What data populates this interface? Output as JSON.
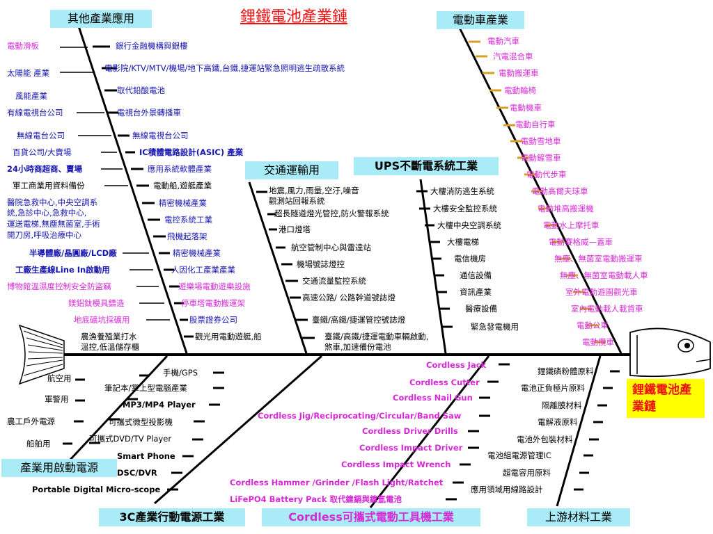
{
  "title": "鋰鐵電池產業鏈",
  "head_label": "鋰鐵電池產業鏈",
  "categories": {
    "other": "其他產業應用",
    "ev": "電動車產業",
    "ups": "UPS不斷電系統工業",
    "traffic": "交通運輸用",
    "startup": "產業用啟動電源",
    "mobile3c": "3C產業行動電源工業",
    "cordless": "Cordless可攜式電動工具機工業",
    "upstream": "上游材料工業"
  },
  "other_left": [
    "電動滑板",
    "太陽能 產業",
    "風能產業",
    "有線電視台公司",
    "無線電台公司",
    "百貨公司/大賣場",
    "24小時商超商、賣場",
    "軍工商業用資料備份",
    "醫院急救中心,中央空調系",
    "統,急診中心,急救中心,",
    "運送電梯,無塵無菌室,手術",
    "開刀房,呼吸治療中心",
    "半導體廠/晶圓廠/LCD廠",
    "工廠生產線Line In啟動用",
    "博物館溫濕度控制安全防盜竊",
    "鎂鋁鈦模具鑄造",
    "地底礦坑採礦用",
    "農漁養殖業打水",
    "溫控,低溫儲存櫃"
  ],
  "other_right": [
    "銀行金融機構與銀樓",
    "電影院/KTV/MTV/機場/地下高鐵,台鐵,捷運站緊急照明逃生疏散系統",
    "取代鉛酸電池",
    "電視台外景轉播車",
    "無線電視台公司",
    "IC積體電路設計(ASIC) 產業",
    "應用系統軟體產業",
    "電動船,遊艇產業",
    "精密機械產業",
    "電控系統工業",
    "飛機起落架",
    "精密機械產業",
    "人因化工產業產業",
    "遊樂場電動遊樂設施",
    "停車塔電動搬運架",
    "股票證券公司",
    "觀光用電動遊艇,船"
  ],
  "traffic": [
    "地震,風力,雨量,空汙,噪音",
    "觀測站回報系統",
    "超長隧道燈光管控,防火警報系統",
    "港口燈塔",
    "航空管制中心與雷達站",
    "機場號誌燈控",
    "交通流量監控系統",
    "高速公路/ 公路幹道號誌燈",
    "臺鐵/高鐵/捷運管控號誌燈",
    "臺鐵/高鐵/捷運電動車輛啟動,",
    "煞車,加速備份電池"
  ],
  "ups": [
    "大樓消防逃生系統",
    "大樓安全監控系統",
    "大樓中央空調系統",
    "大樓電梯",
    "電信機房",
    "通信設備",
    "資訊產業",
    "醫療設備",
    "緊急發電機用"
  ],
  "ev": [
    "電動汽車",
    "汽電混合車",
    "電動搬運車",
    "電動輪椅",
    "電動機車",
    "電動自行車",
    "電動雪地車",
    "電動鏟雪車",
    "電動代步車",
    "電動高爾夫球車",
    "電動堆高搬運機",
    "電動水上摩托車",
    "電動賽格威—蓋車",
    "無塵、無菌室電動搬運車",
    "無塵、無菌室電動載人車",
    "室外電動遊園觀光車",
    "室內電動載人載貨車",
    "電動公車",
    "電動攬車"
  ],
  "startup": [
    "航空用",
    "軍警用",
    "農工戶外電源",
    "船舶用"
  ],
  "mobile3c": [
    "手機/GPS",
    "筆記本/掌上型電腦產業",
    "MP3/MP4 Player",
    "可攜式微型投影機",
    "可攜式DVD/TV Player",
    "Smart Phone",
    "DSC/DVR",
    "Portable Digital Micro-scope"
  ],
  "cordless": [
    "Cordless Jack",
    "Cordless Cutter",
    "Cordless Nail Gun",
    "Cordless Jig/Reciprocating/Circular/Band Saw",
    "Cordless Driver Drills",
    "Cordless Impact Driver",
    "Cordless Impact Wrench",
    "Cordless Hammer /Grinder /Flash Light/Ratchet",
    "LiFePO4 Battery Pack 取代鎳鎘與鎳氫電池"
  ],
  "upstream": [
    "鋰鐵磷粉體原料",
    "電池正負極片原料",
    "隔離膜材料",
    "電解液原料",
    "電池外包裝材料",
    "電池組電源管理IC",
    "超電容用原料",
    "應用領域用線路設計"
  ],
  "colors": {
    "title": "#ee1111",
    "box": "#a9ecf7",
    "head_box": "#ffff00",
    "blue_text": "#1515b0",
    "magenta_text": "#d62ad6",
    "tick": "#d8a020",
    "line": "#000000"
  }
}
